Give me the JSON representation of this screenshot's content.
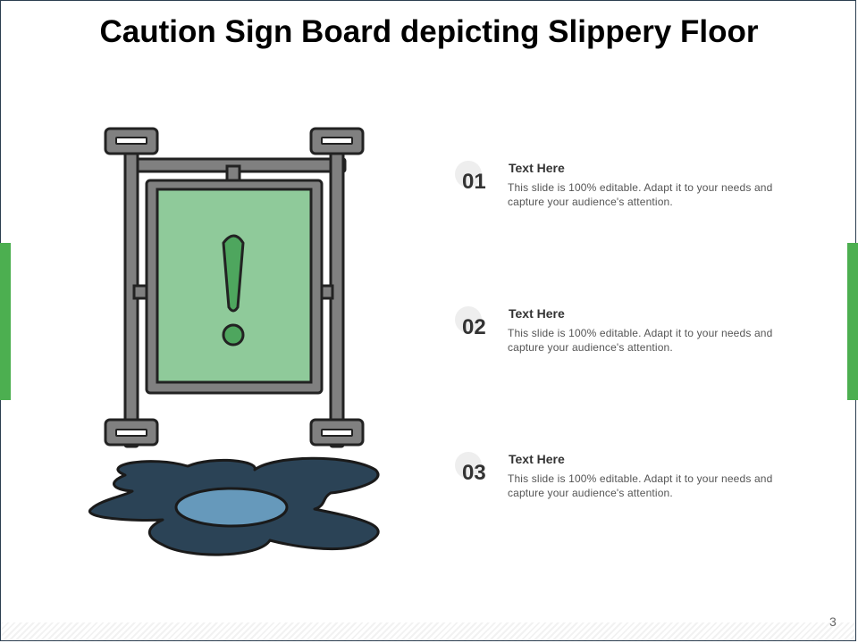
{
  "slide": {
    "title": "Caution Sign Board depicting Slippery Floor",
    "page_number": "3",
    "accent_color": "#4caf50"
  },
  "illustration": {
    "icons": [
      "caution-sign-board-icon",
      "exclamation-icon",
      "slippery-puddle-icon"
    ],
    "colors": {
      "frame": "#808080",
      "board": "#8fca9a",
      "exclamation": "#4ea65e",
      "puddle": "#2b4356",
      "puddle_highlight": "#6699bb",
      "outline": "#222222"
    }
  },
  "items": [
    {
      "number": "01",
      "title": "Text Here",
      "body": "This slide is 100% editable. Adapt it to your needs and capture your audience's attention."
    },
    {
      "number": "02",
      "title": "Text Here",
      "body": "This slide is 100% editable. Adapt it to your needs and capture your audience's attention."
    },
    {
      "number": "03",
      "title": "Text Here",
      "body": "This slide is 100% editable. Adapt it to your needs and capture your audience's attention."
    }
  ]
}
